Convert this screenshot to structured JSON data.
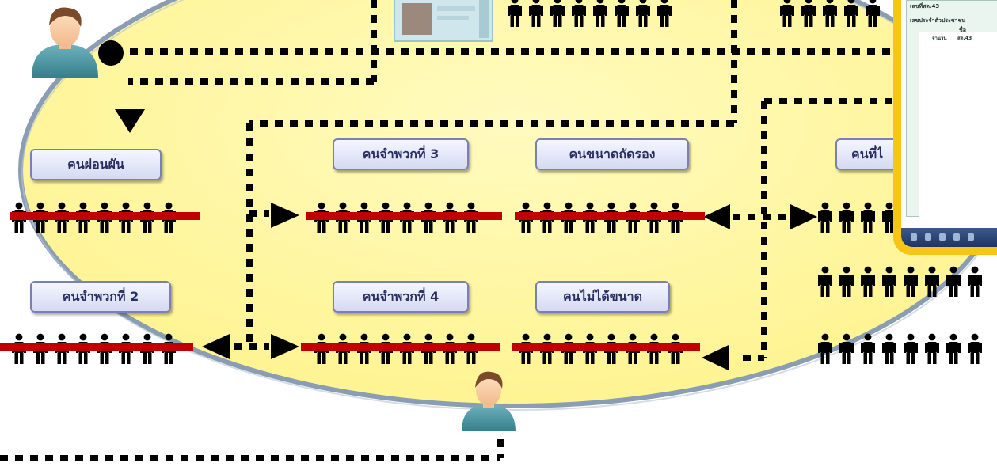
{
  "groups": {
    "g1": "คนผ่อนผัน",
    "g2": "คนจำพวกที่ 2",
    "g3": "คนจำพวกที่ 3",
    "g4": "คนจำพวกที่ 4",
    "g5": "คนขนาดถัดรอง",
    "g6": "คนไม่ได้ขนาด",
    "g7": "คนที่ไ"
  },
  "inset": {
    "field1": "เลขที่สด.43",
    "field2": "เลขประจำตัวประชาชน",
    "field3": "ชื่อ",
    "col1": "จำนวน",
    "col2": "สด.43"
  },
  "colors": {
    "bubble": "#fff7a8",
    "bubble_border": "#8a9db3",
    "strike": "#c00000",
    "frame": "#f6c516"
  }
}
